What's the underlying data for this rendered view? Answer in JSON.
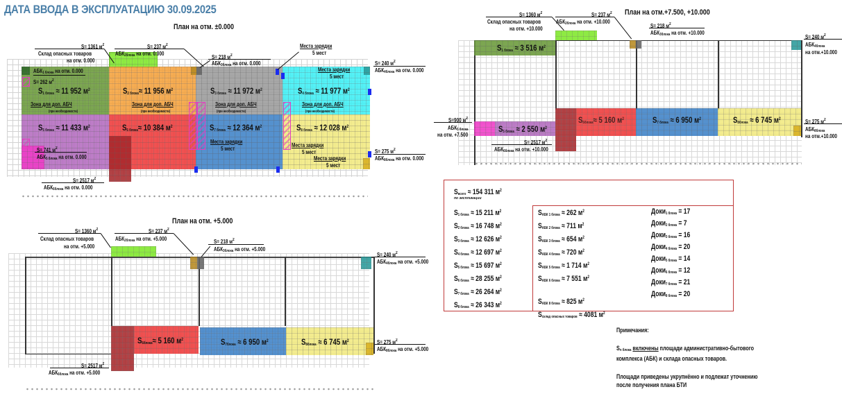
{
  "page_title": "ДАТА ВВОДА В ЭКСПЛУАТАЦИЮ 30.09.2025",
  "colors": {
    "title": "#4a7fa8",
    "block1": "#6a9a3a",
    "block2": "#f5a23c",
    "block3": "#9c9c9c",
    "block4": "#3ef0f5",
    "block5": "#b46cc0",
    "block6": "#ee3a3a",
    "block7": "#3e82c8",
    "block8": "#f2ea80",
    "warehouse": "#7fe82a",
    "abk_magenta": "#f03cc8",
    "abk_maroon": "#a8282c",
    "charging": "#1a2cf0",
    "summary_border": "#c03a3a"
  },
  "plan0": {
    "title": "План на отм. ±0.000",
    "warehouse": {
      "area": "S= 1361 м",
      "name": "Склад опасных товаров",
      "level": "на отм. 0.000"
    },
    "abk2": {
      "area": "S= 237 м",
      "name": "АБК",
      "sub": "2блока",
      "level": "на отм. 0.000"
    },
    "abk3": {
      "area": "S= 218 м",
      "name": "АБК",
      "sub": "3блока",
      "level": "на отм. 0.000"
    },
    "abk4": {
      "area": "S= 240 м",
      "name": "АБК",
      "sub": "4блока",
      "level": "на отм. 0.000"
    },
    "abk1": {
      "area": "S= 262 м",
      "name": "АБК",
      "sub": "1 блока",
      "level": "на отм. 0.000"
    },
    "abk5": {
      "area": "S= 741 м",
      "name": "АБК",
      "sub": "5 блока",
      "level": "на отм. 0.000"
    },
    "abk6": {
      "area": "S= 2517 м",
      "name": "АБК",
      "sub": "6блока",
      "level": "на отм. 0.000"
    },
    "abk8": {
      "area": "S= 275 м",
      "name": "АБК",
      "sub": "8блока",
      "level": "на отм. 0.000"
    },
    "charging_label": "Места зарядки",
    "charging_count": "5 мест",
    "zone_label": "Зона для доп. АБЧ",
    "zone_note": "(при необходимости)",
    "blocks": [
      {
        "s": "S",
        "sub": "1 блока",
        "value": "≈ 11 952 м"
      },
      {
        "s": "S",
        "sub": "2 блока",
        "value": "≈ 11 956 м"
      },
      {
        "s": "S",
        "sub": "3 блока",
        "value": "≈ 11 972 м"
      },
      {
        "s": "S",
        "sub": "4 блока",
        "value": "≈ 11 977 м"
      },
      {
        "s": "S",
        "sub": "5 блока",
        "value": "≈ 11 433 м"
      },
      {
        "s": "S",
        "sub": "6 блока",
        "value": "≈ 10 384 м"
      },
      {
        "s": "S",
        "sub": "7 блока",
        "value": "≈ 12 364 м"
      },
      {
        "s": "S",
        "sub": "8 блока",
        "value": "≈ 12 028 м"
      }
    ]
  },
  "plan10": {
    "title": "План на отм.+7.500, +10.000",
    "warehouse": {
      "area": "S= 1360 м",
      "name": "Склад опасных товаров",
      "level": "на отм. +10.000"
    },
    "abk2": {
      "area": "S= 237 м",
      "name": "АБК",
      "sub": "2блока",
      "level": "на отм. +10.000"
    },
    "abk3": {
      "area": "S= 218 м",
      "name": "АБК",
      "sub": "3блока",
      "level": "на отм. +10.000"
    },
    "abk4": {
      "area": "S= 240 м",
      "name": "АБК",
      "sub": "4блока",
      "level": "на отм.+10.000"
    },
    "abk5": {
      "area": "S=900 м",
      "name": "АБК",
      "sub": "5 блока",
      "level": "на отм. +7.500"
    },
    "abk6": {
      "area": "S= 2517 м",
      "name": "АБК",
      "sub": "6блока",
      "level": "на отм. +10.000"
    },
    "abk8": {
      "area": "S= 275 м",
      "name": "АБК",
      "sub": "8блока",
      "level": "на отм.+10.000"
    },
    "blocks": [
      {
        "s": "S",
        "sub": "1 блока",
        "value": "≈ 3 516 м"
      },
      {
        "s": "S",
        "sub": "5 блока",
        "value": "≈ 2 550 м"
      },
      {
        "s": "S",
        "sub": "6блока",
        "value": "≈ 5 160 м"
      },
      {
        "s": "S",
        "sub": "7 блока",
        "value": "≈ 6 950 м"
      },
      {
        "s": "S",
        "sub": "8блока",
        "value": "≈ 6 745 м"
      }
    ]
  },
  "plan5": {
    "title": "План на отм. +5.000",
    "warehouse": {
      "area": "S= 1360 м",
      "name": "Склад опасных товаров",
      "level": "на отм. +5.000"
    },
    "abk2": {
      "area": "S= 237 м",
      "name": "АБК",
      "sub": "2блока",
      "level": "на отм. +5.000"
    },
    "abk3": {
      "area": "S= 218 м",
      "name": "АБК",
      "sub": "3блока",
      "level": "на отм. +5.000"
    },
    "abk4": {
      "area": "S= 240 м",
      "name": "АБК",
      "sub": "4блока",
      "level": "на отм. +5.000"
    },
    "abk6": {
      "area": "S= 2517 м",
      "name": "АБК",
      "sub": "6блока",
      "level": "на отм. +5.000"
    },
    "abk8": {
      "area": "S= 275 м",
      "name": "АБК",
      "sub": "8блока",
      "level": "на отм. +5.000"
    },
    "blocks": [
      {
        "s": "S",
        "sub": "6блока",
        "value": "≈ 5 160 м"
      },
      {
        "s": "S",
        "sub": "7блока",
        "value": "≈ 6 950 м"
      },
      {
        "s": "S",
        "sub": "8блока",
        "value": "≈ 6 745 м"
      }
    ]
  },
  "summary": {
    "total": {
      "s": "S",
      "sub": "всего",
      "value": "≈ 154 311 м",
      "note": "по экспликации"
    },
    "blocks": [
      {
        "s": "S",
        "sub": "1 блока",
        "value": "≈ 15 211 м"
      },
      {
        "s": "S",
        "sub": "2 блока",
        "value": "≈ 16 748 м"
      },
      {
        "s": "S",
        "sub": "3 блока",
        "value": "≈ 12 626 м"
      },
      {
        "s": "S",
        "sub": "4 блока",
        "value": "≈ 12 697 м"
      },
      {
        "s": "S",
        "sub": "5 блока",
        "value": "≈ 15 697 м"
      },
      {
        "s": "S",
        "sub": "6 блока",
        "value": "≈ 28 255 м"
      },
      {
        "s": "S",
        "sub": "7 блока",
        "value": "≈ 26 264 м"
      },
      {
        "s": "S",
        "sub": "8 блока",
        "value": "≈ 26 343 м"
      }
    ],
    "abk": [
      {
        "s": "S",
        "sub": "АБК 1 блока",
        "value": "≈ 262 м"
      },
      {
        "s": "S",
        "sub": "АБК 2 блока",
        "value": "≈ 711 м"
      },
      {
        "s": "S",
        "sub": "АБК 3 блока",
        "value": "≈ 654 м"
      },
      {
        "s": "S",
        "sub": "АБК 4 блока",
        "value": "≈ 720 м"
      },
      {
        "s": "S",
        "sub": "АБК 5 блока",
        "value": "≈ 1 714 м"
      },
      {
        "s": "S",
        "sub": "АБК 6 блока",
        "value": "≈ 7 551 м"
      },
      {
        "s": "S",
        "sub": "АБК 8 блока",
        "value": "≈ 825 м"
      },
      {
        "s": "S",
        "sub": "склад опасных товаров",
        "value": "≈ 4081 м"
      }
    ],
    "docks": [
      {
        "label": "Доки",
        "sub": "1 блока",
        "value": "= 17"
      },
      {
        "label": "Доки",
        "sub": "2 блока",
        "value": "= 7"
      },
      {
        "label": "Доки",
        "sub": "3 блока",
        "value": "= 16"
      },
      {
        "label": "Доки",
        "sub": "4 блока",
        "value": "= 20"
      },
      {
        "label": "Доки",
        "sub": "5 блока",
        "value": "= 14"
      },
      {
        "label": "Доки",
        "sub": "6 блока",
        "value": "= 12"
      },
      {
        "label": "Доки",
        "sub": "7 блока",
        "value": "= 21"
      },
      {
        "label": "Доки",
        "sub": "8 блока",
        "value": "= 20"
      }
    ],
    "sq": "2"
  },
  "notes": {
    "title": "Примечания:",
    "line1_s": "S",
    "line1_sub": "n блока",
    "line1_u": "включены",
    "line1_rest": " площади административно-бытового",
    "line2": "комплекса (АБК) и склада опасных товаров.",
    "line3": "Площади приведены укрупнённо и подлежат уточнению",
    "line4": "после получения плана БТИ"
  }
}
